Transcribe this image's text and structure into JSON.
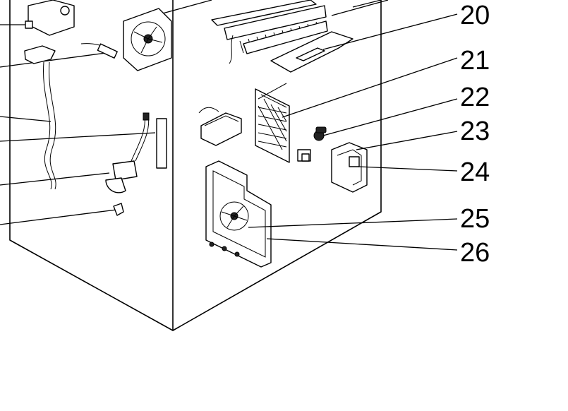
{
  "callouts": [
    {
      "number": "20"
    },
    {
      "number": "21"
    },
    {
      "number": "22"
    },
    {
      "number": "23"
    },
    {
      "number": "24"
    },
    {
      "number": "25"
    },
    {
      "number": "26"
    }
  ]
}
